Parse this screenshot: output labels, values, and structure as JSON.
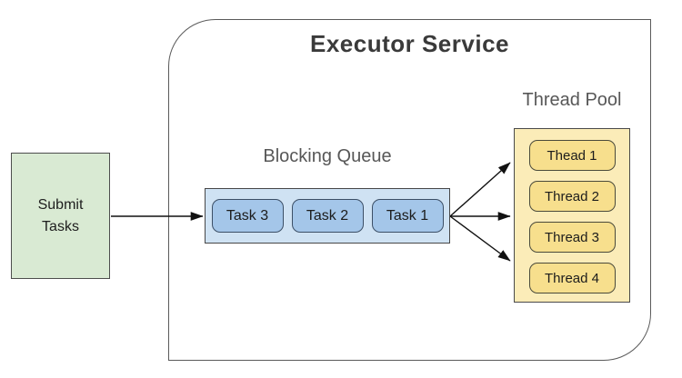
{
  "diagram": {
    "title": "Executor Service",
    "submit_box": {
      "line1": "Submit",
      "line2": "Tasks"
    },
    "queue": {
      "label": "Blocking Queue",
      "tasks": [
        "Task 3",
        "Task 2",
        "Task 1"
      ]
    },
    "pool": {
      "label": "Thread Pool",
      "threads": [
        "Thead 1",
        "Thread 2",
        "Thread 3",
        "Thread 4"
      ]
    },
    "palette": {
      "submit_fill": "#d9ead3",
      "queue_fill": "#cfe2f3",
      "task_fill": "#a4c6e9",
      "pool_fill": "#fbecb8",
      "thread_fill": "#f7df8d",
      "boundary_border": "#5a5a5a",
      "arrow_color": "#111111"
    }
  }
}
